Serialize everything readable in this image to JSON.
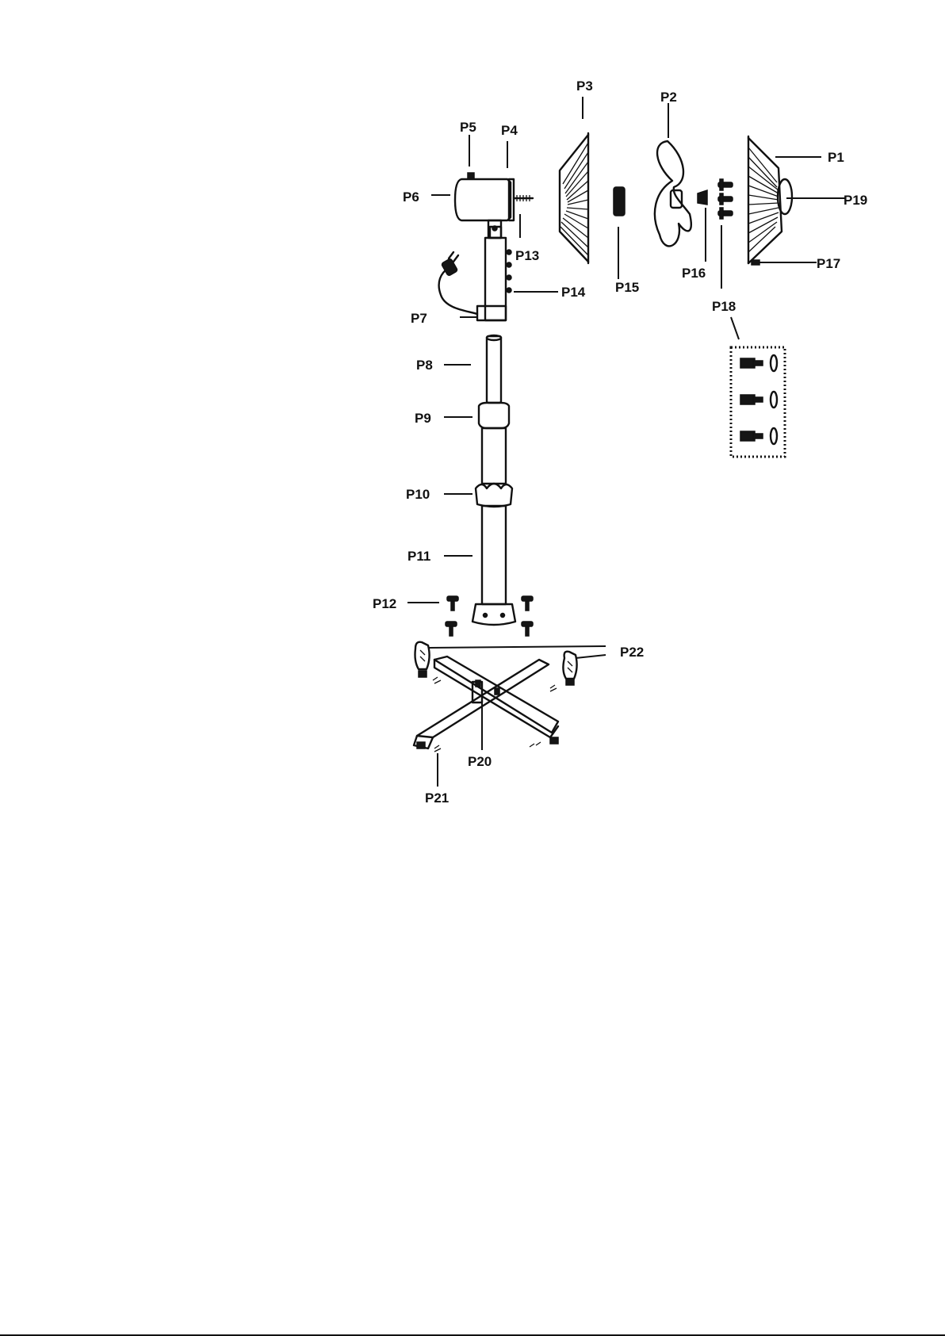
{
  "diagram": {
    "labels": {
      "p1": "P1",
      "p2": "P2",
      "p3": "P3",
      "p4": "P4",
      "p5": "P5",
      "p6": "P6",
      "p7": "P7",
      "p8": "P8",
      "p9": "P9",
      "p10": "P10",
      "p11": "P11",
      "p12": "P12",
      "p13": "P13",
      "p14": "P14",
      "p15": "P15",
      "p16": "P16",
      "p17": "P17",
      "p18": "P18",
      "p19": "P19",
      "p20": "P20",
      "p21": "P21",
      "p22": "P22"
    },
    "colors": {
      "ink": "#111111",
      "background": "#ffffff"
    }
  }
}
